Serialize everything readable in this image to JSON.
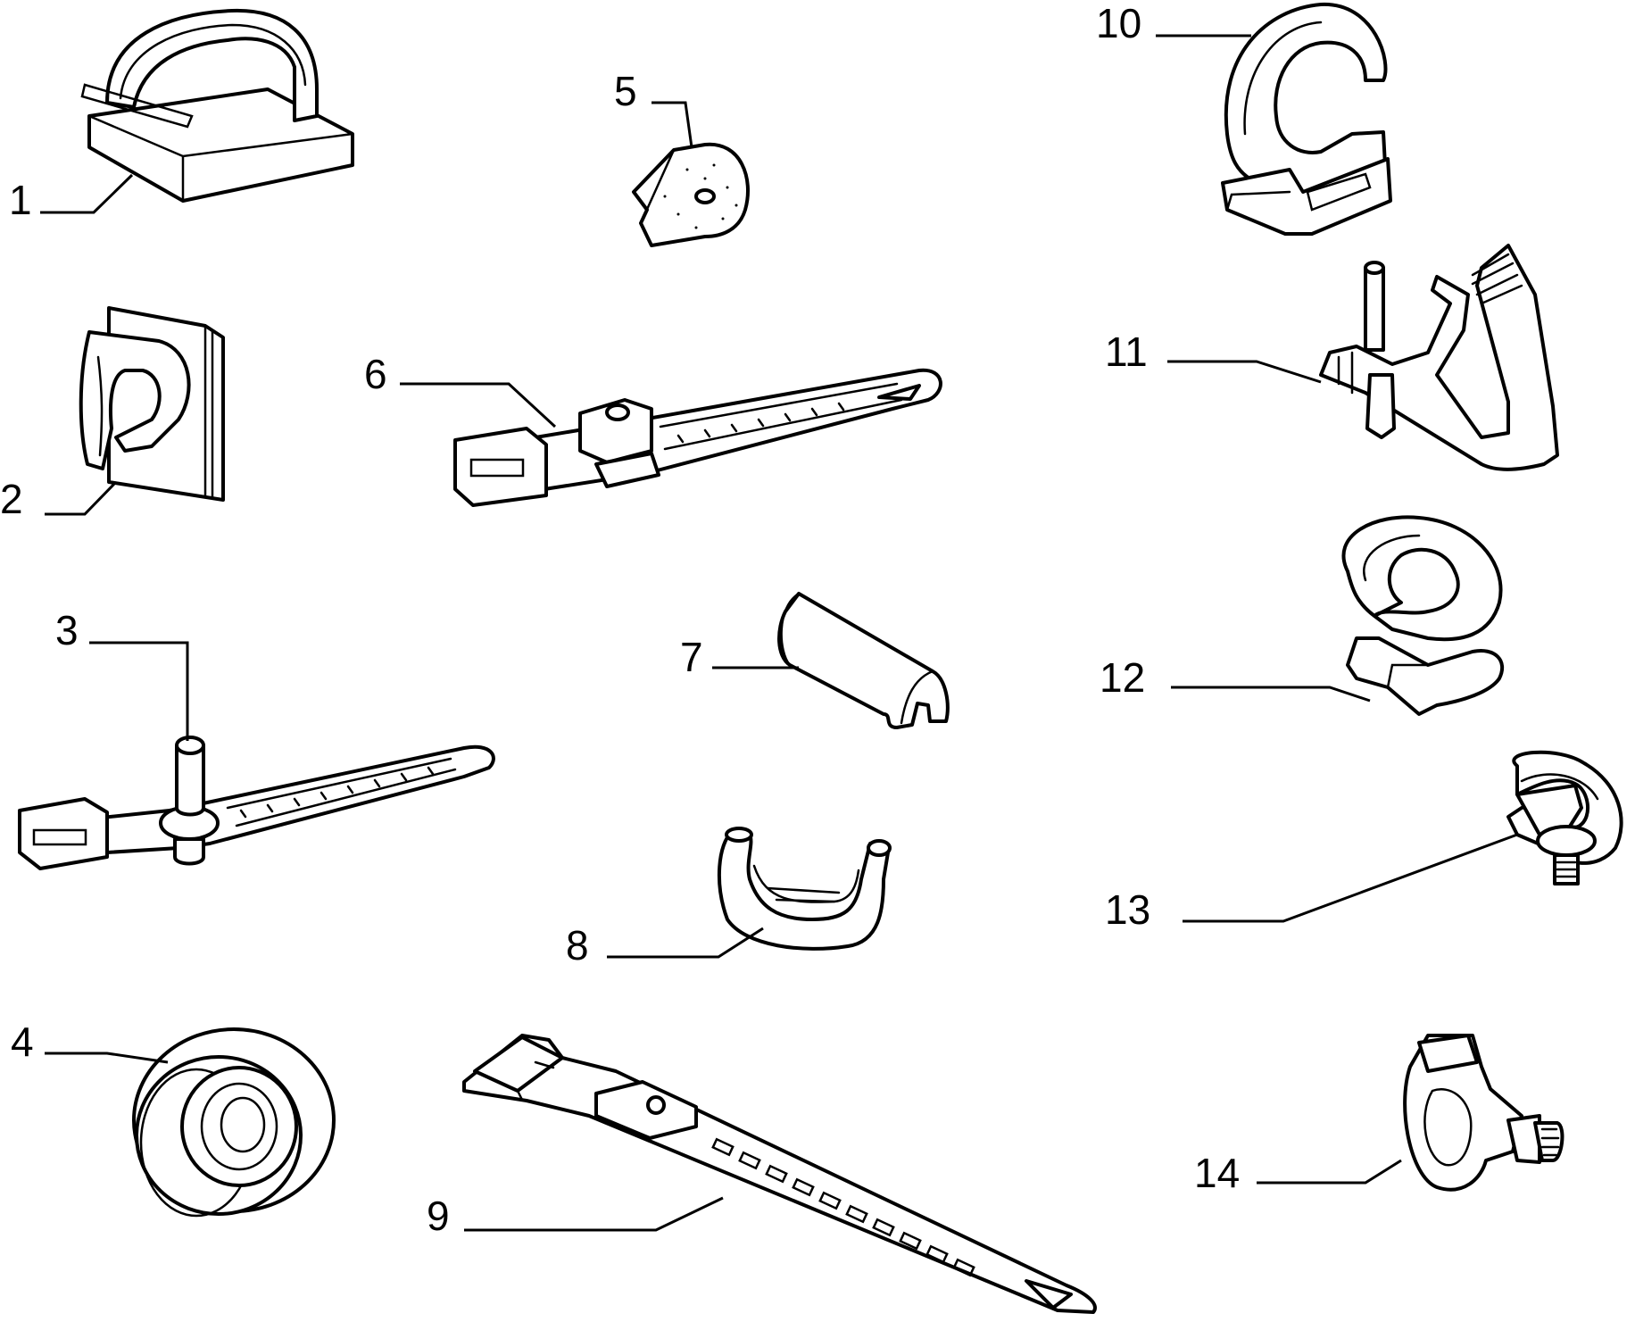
{
  "diagram": {
    "labels": [
      "1",
      "2",
      "3",
      "4",
      "5",
      "6",
      "7",
      "8",
      "9",
      "10",
      "11",
      "12",
      "13",
      "14"
    ],
    "parts": [
      {
        "number": "1",
        "icon": "adhesive-cable-clip-icon"
      },
      {
        "number": "2",
        "icon": "adhesive-pipe-clip-icon"
      },
      {
        "number": "3",
        "icon": "cable-tie-with-pin-icon"
      },
      {
        "number": "4",
        "icon": "grommet-icon"
      },
      {
        "number": "5",
        "icon": "foam-pad-icon"
      },
      {
        "number": "6",
        "icon": "cable-tie-with-block-icon"
      },
      {
        "number": "7",
        "icon": "edge-sleeve-icon"
      },
      {
        "number": "8",
        "icon": "u-profile-edge-trim-icon"
      },
      {
        "number": "9",
        "icon": "mounting-strap-icon"
      },
      {
        "number": "10",
        "icon": "snap-clip-icon"
      },
      {
        "number": "11",
        "icon": "bracket-clip-icon"
      },
      {
        "number": "12",
        "icon": "pipe-hook-clip-icon"
      },
      {
        "number": "13",
        "icon": "ring-clip-with-stud-icon"
      },
      {
        "number": "14",
        "icon": "screw-clamp-icon"
      }
    ]
  }
}
